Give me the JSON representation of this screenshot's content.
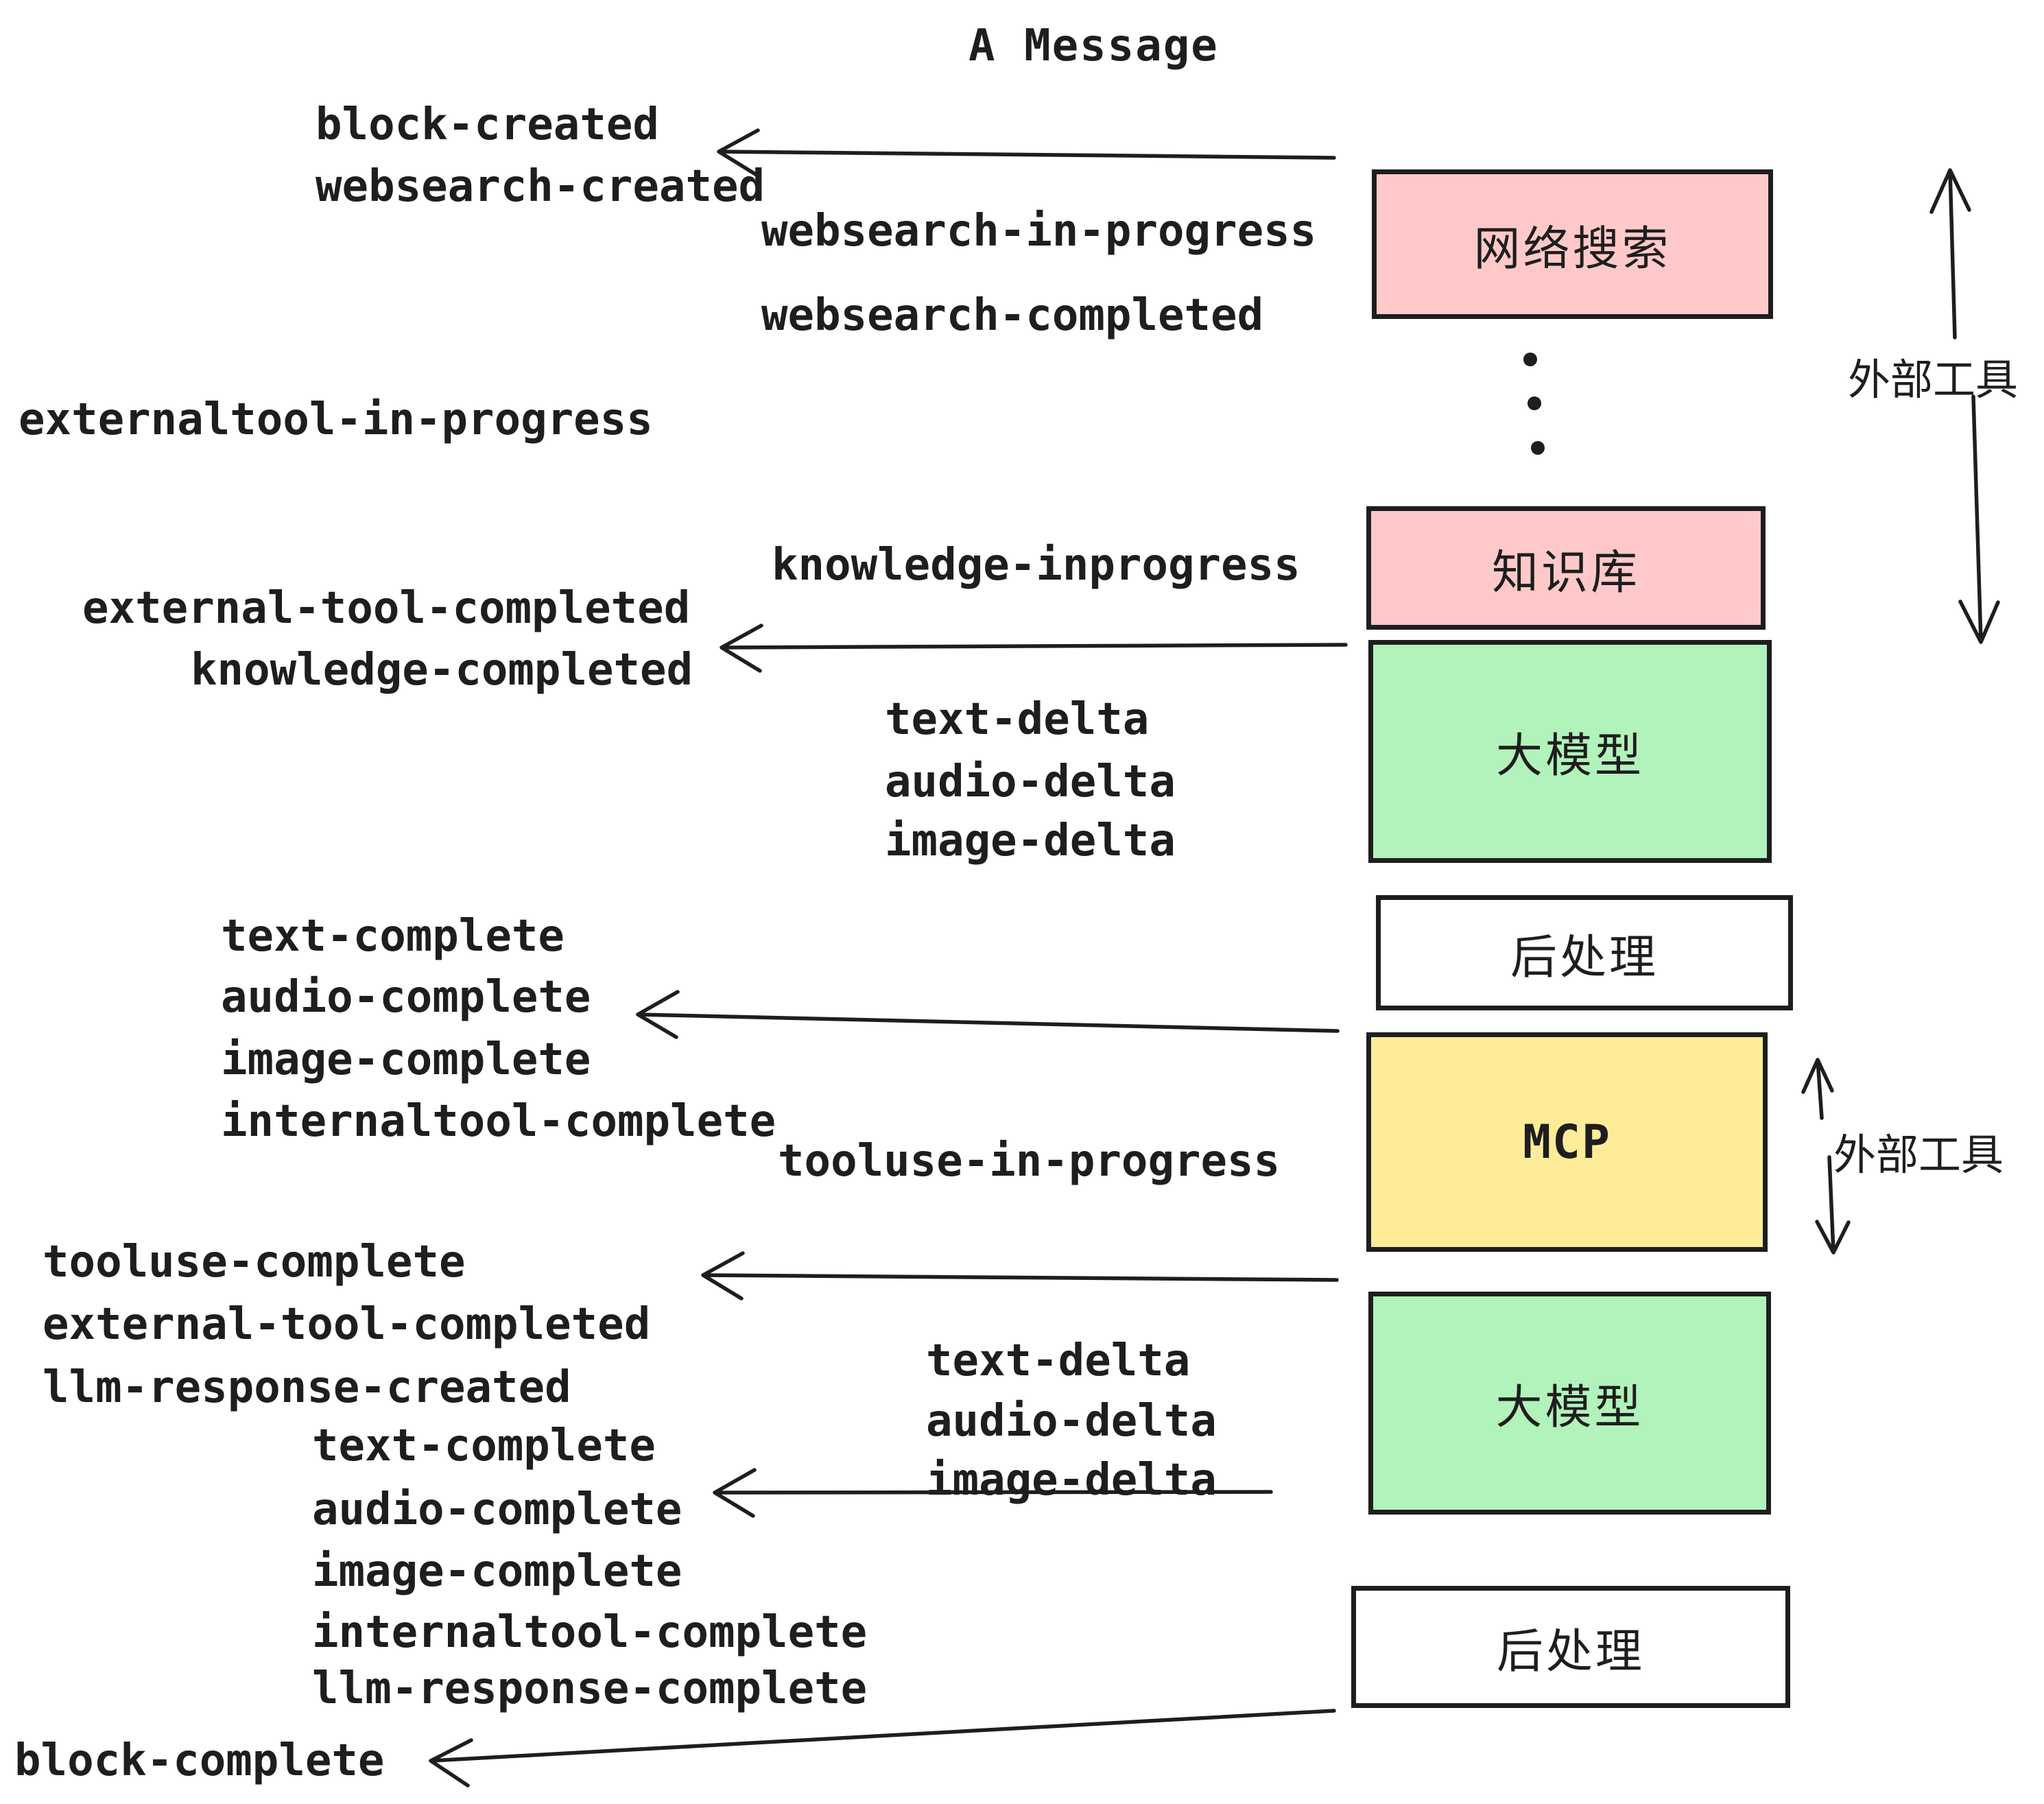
{
  "title": "A Message",
  "colors": {
    "box_pink": "#ffc9c9",
    "box_green": "#b2f2bb",
    "box_yellow": "#ffec99",
    "box_white": "#ffffff",
    "stroke": "#1e1e1e"
  },
  "nodes": {
    "websearch": "网络搜索",
    "knowledge": "知识库",
    "llm_1": "大模型",
    "post_1": "后处理",
    "mcp": "MCP",
    "llm_2": "大模型",
    "post_2": "后处理"
  },
  "side_labels": {
    "external_tools_1": "外部工具",
    "external_tools_2": "外部工具"
  },
  "events": {
    "block_created": "block-created",
    "websearch_created": "websearch-created",
    "websearch_in_progress": "websearch-in-progress",
    "websearch_completed": "websearch-completed",
    "externaltool_in_progress": "externaltool-in-progress",
    "knowledge_inprogress": "knowledge-inprogress",
    "external_tool_completed_1": "external-tool-completed",
    "knowledge_completed": "knowledge-completed",
    "text_delta_1": "text-delta",
    "audio_delta_1": "audio-delta",
    "image_delta_1": "image-delta",
    "text_complete_1": "text-complete",
    "audio_complete_1": "audio-complete",
    "image_complete_1": "image-complete",
    "internaltool_complete_1": "internaltool-complete",
    "tooluse_in_progress": "tooluse-in-progress",
    "tooluse_complete": "tooluse-complete",
    "external_tool_completed_2": "external-tool-completed",
    "llm_response_created": "llm-response-created",
    "text_delta_2": "text-delta",
    "audio_delta_2": "audio-delta",
    "image_delta_2": "image-delta",
    "text_complete_2": "text-complete",
    "audio_complete_2": "audio-complete",
    "image_complete_2": "image-complete",
    "internaltool_complete_2": "internaltool-complete",
    "llm_response_complete": "llm-response-complete",
    "block_complete": "block-complete"
  }
}
